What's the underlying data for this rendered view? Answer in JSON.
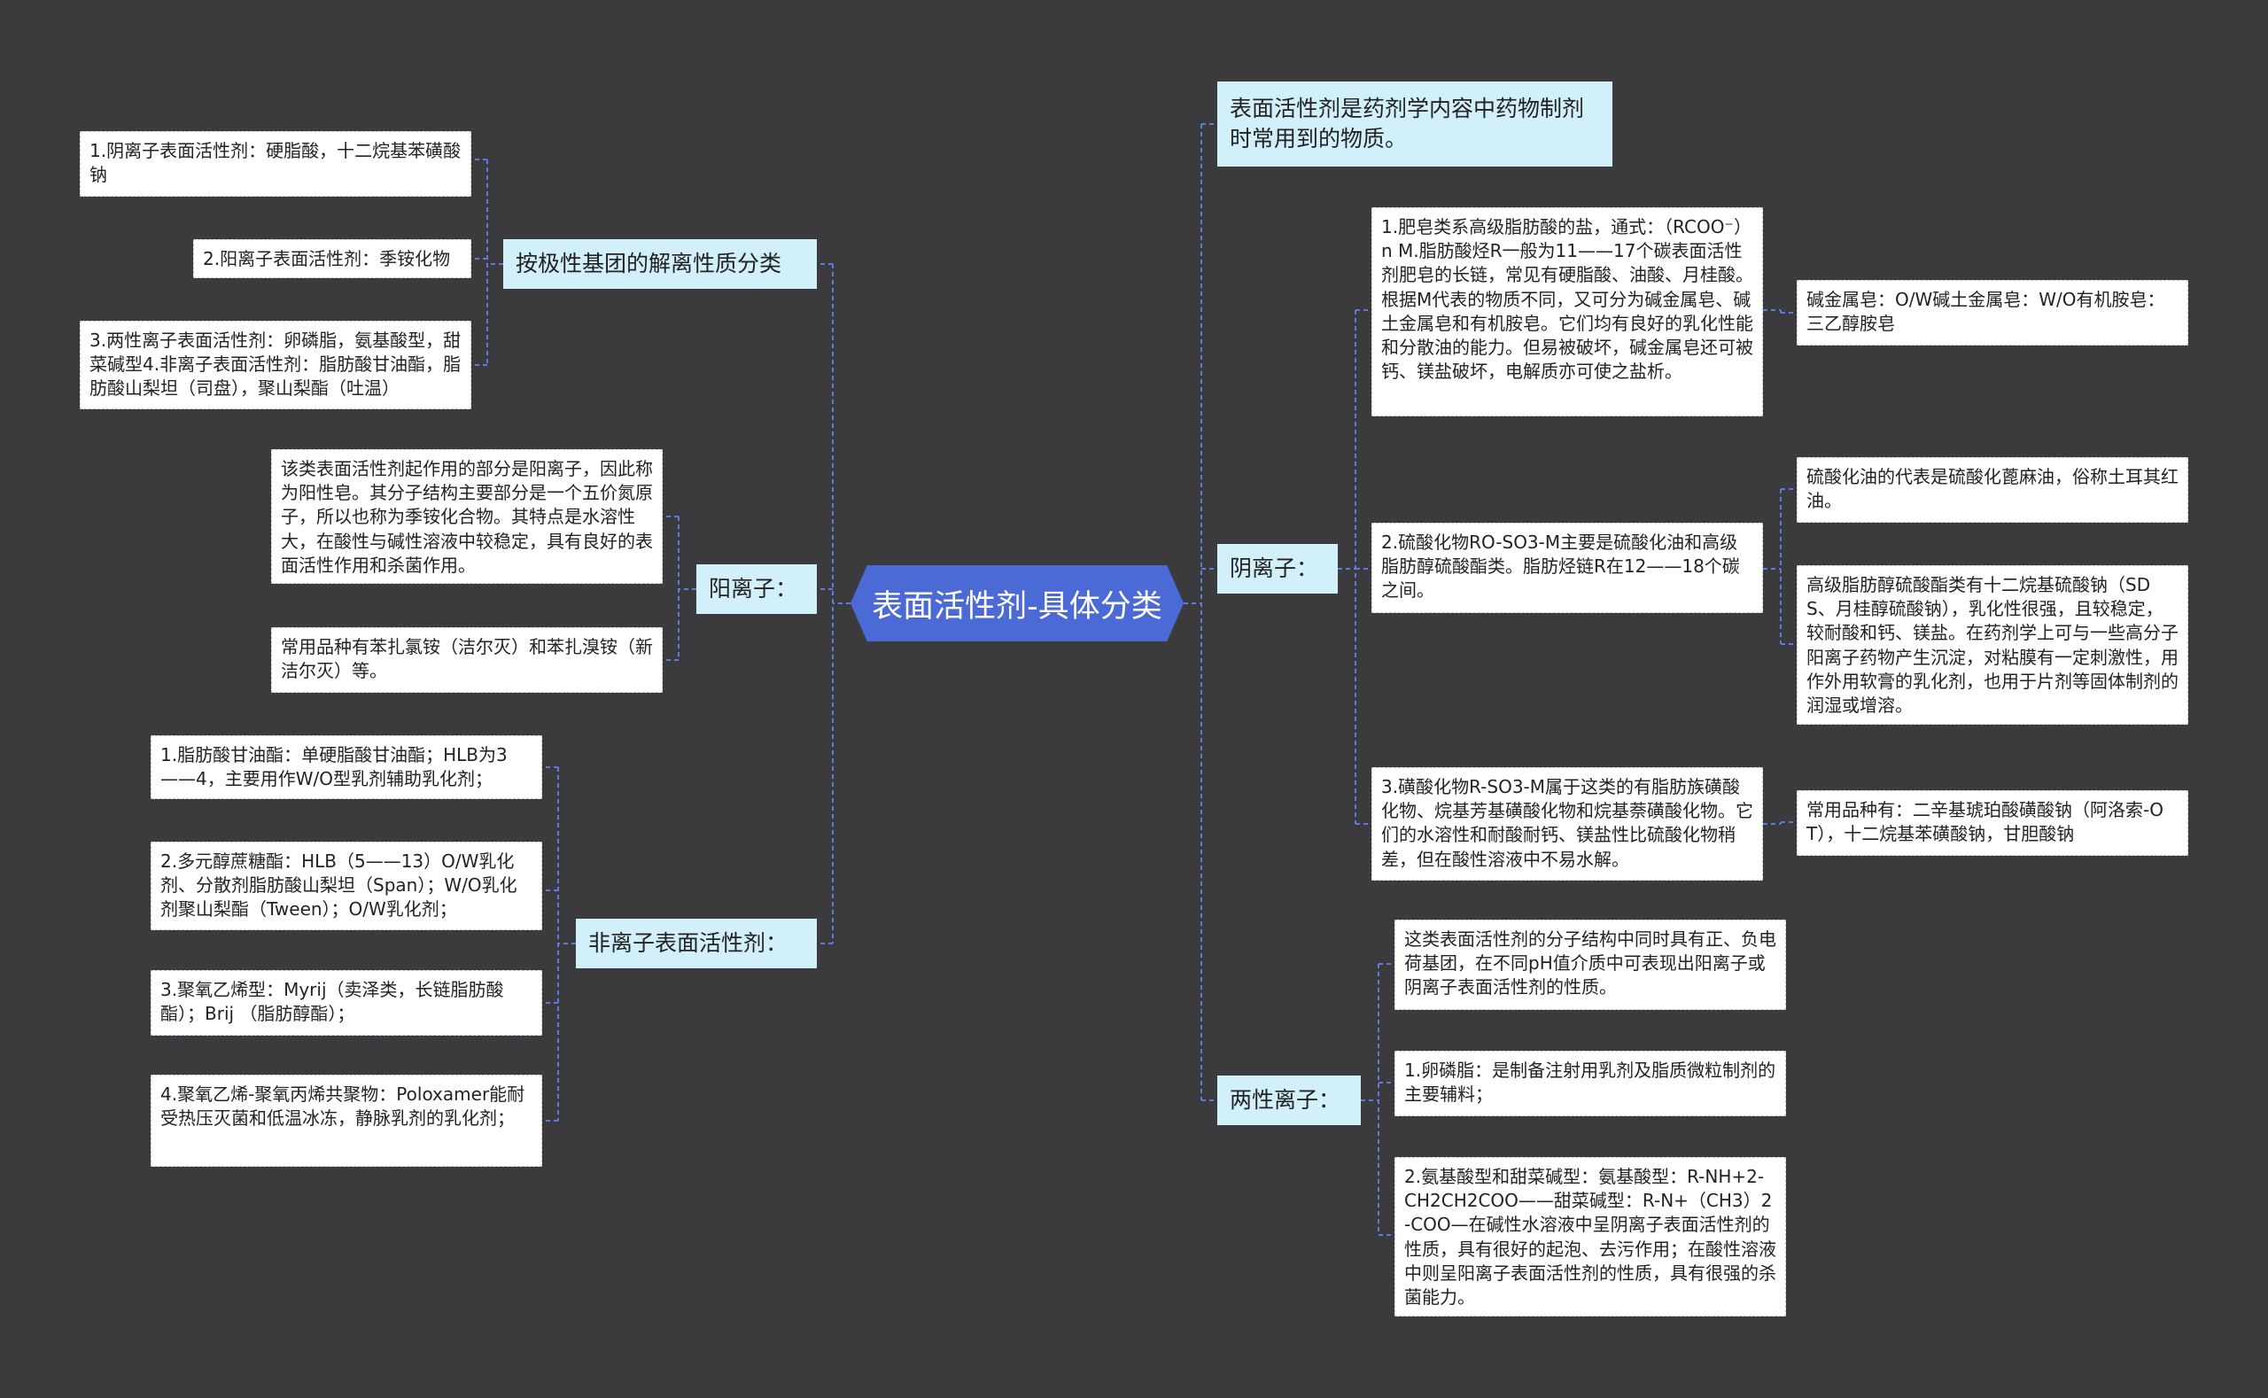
{
  "root": {
    "label": "表面活性剂-具体分类"
  },
  "left": {
    "ionic": {
      "label": "按极性基团的解离性质分类",
      "items": [
        "1.阴离子表面活性剂：硬脂酸，十二烷基苯磺酸钠",
        "2.阳离子表面活性剂：季铵化物",
        "3.两性离子表面活性剂：卵磷脂，氨基酸型，甜菜碱型4.非离子表面活性剂：脂肪酸甘油酯，脂肪酸山梨坦（司盘），聚山梨酯（吐温）"
      ]
    },
    "cation": {
      "label": "阳离子：",
      "items": [
        "该类表面活性剂起作用的部分是阳离子，因此称为阳性皂。其分子结构主要部分是一个五价氮原子，所以也称为季铵化合物。其特点是水溶性大，在酸性与碱性溶液中较稳定，具有良好的表面活性作用和杀菌作用。",
        "常用品种有苯扎氯铵（洁尔灭）和苯扎溴铵（新洁尔灭）等。"
      ]
    },
    "nonionic": {
      "label": "非离子表面活性剂：",
      "items": [
        "1.脂肪酸甘油酯：单硬脂酸甘油酯；HLB为3——4，主要用作W/O型乳剂辅助乳化剂；",
        "2.多元醇蔗糖酯：HLB（5——13）O/W乳化剂、分散剂脂肪酸山梨坦（Span）；W/O乳化剂聚山梨酯（Tween）；O/W乳化剂；",
        "3.聚氧乙烯型：Myrij（卖泽类，长链脂肪酸酯）；Brij （脂肪醇酯）；",
        "4.聚氧乙烯-聚氧丙烯共聚物：Poloxamer能耐受热压灭菌和低温冰冻，静脉乳剂的乳化剂；"
      ]
    }
  },
  "right": {
    "intro": {
      "label": "表面活性剂是药剂学内容中药物制剂时常用到的物质。"
    },
    "anion": {
      "label": "阴离子：",
      "items": [
        {
          "text": "1.肥皂类系高级脂肪酸的盐，通式：（RCOO⁻）n M.脂肪酸烃R一般为11——17个碳表面活性剂肥皂的长链，常见有硬脂酸、油酸、月桂酸。根据M代表的物质不同，又可分为碱金属皂、碱土金属皂和有机胺皂。它们均有良好的乳化性能和分散油的能力。但易被破坏，碱金属皂还可被钙、镁盐破坏，电解质亦可使之盐析。",
          "sub": [
            "碱金属皂：O/W碱土金属皂：W/O有机胺皂：三乙醇胺皂"
          ]
        },
        {
          "text": "2.硫酸化物RO-SO3-M主要是硫酸化油和高级脂肪醇硫酸酯类。脂肪烃链R在12——18个碳之间。",
          "sub": [
            "硫酸化油的代表是硫酸化蓖麻油，俗称土耳其红油。",
            "高级脂肪醇硫酸酯类有十二烷基硫酸钠（SDS、月桂醇硫酸钠），乳化性很强，且较稳定，较耐酸和钙、镁盐。在药剂学上可与一些高分子阳离子药物产生沉淀，对粘膜有一定刺激性，用作外用软膏的乳化剂，也用于片剂等固体制剂的润湿或增溶。"
          ]
        },
        {
          "text": "3.磺酸化物R-SO3-M属于这类的有脂肪族磺酸化物、烷基芳基磺酸化物和烷基萘磺酸化物。它们的水溶性和耐酸耐钙、镁盐性比硫酸化物稍差，但在酸性溶液中不易水解。",
          "sub": [
            "常用品种有：二辛基琥珀酸磺酸钠（阿洛索-OT），十二烷基苯磺酸钠，甘胆酸钠"
          ]
        }
      ]
    },
    "amphoteric": {
      "label": "两性离子：",
      "items": [
        "这类表面活性剂的分子结构中同时具有正、负电荷基团，在不同pH值介质中可表现出阳离子或阴离子表面活性剂的性质。",
        "1.卵磷脂：是制备注射用乳剂及脂质微粒制剂的主要辅料；",
        "2.氨基酸型和甜菜碱型：氨基酸型：R-NH+2-CH2CH2COO——甜菜碱型：R-N+（CH3）2-COO—在碱性水溶液中呈阴离子表面活性剂的性质，具有很好的起泡、去污作用；在酸性溶液中则呈阳离子表面活性剂的性质，具有很强的杀菌能力。"
      ]
    }
  },
  "colors": {
    "background": "#3b3b3d",
    "root": "#4b6ad6",
    "main": "#d2f0fa",
    "leaf": "#ffffff",
    "line": "#5b7be0"
  }
}
